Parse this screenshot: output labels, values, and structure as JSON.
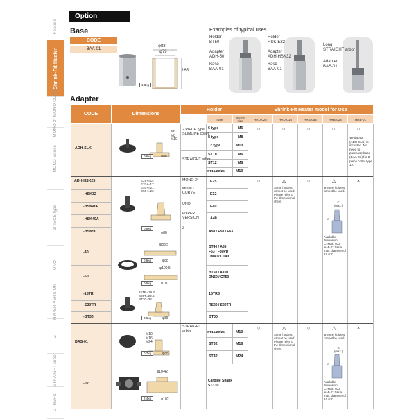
{
  "sidebar": [
    "Feature",
    "Shrink-Fit Heater",
    "MONO 3° MONO CURVE",
    "MONO Series",
    "2PIECE type",
    "UNO",
    "HYPER VERSION",
    "Z",
    "STRAIGHT arbor",
    "OTHERS"
  ],
  "option_title": "Option",
  "base": {
    "title": "Base",
    "code_header": "CODE",
    "code": "BAA-01",
    "dim_diameter_outer": "φ88",
    "dim_diameter_inner": "φ79",
    "dim_height": "165",
    "weight": "1.8kg"
  },
  "examples": {
    "title": "Examples of typical uses",
    "ex1": {
      "holder_label": "Holder",
      "holder": "BT50",
      "adapter_label": "Adapter",
      "adapter": "ADH-50",
      "base_label": "Base",
      "base": "BAA-01"
    },
    "ex2": {
      "holder_label": "Holder",
      "holder": "HSK-E32",
      "adapter_label": "Adapter",
      "adapter": "ADH-HSK32",
      "base_label": "Base",
      "base": "BAA-01"
    },
    "ex3": {
      "arbor_label": "Long",
      "arbor": "STRAIGHT arbor",
      "adapter_label": "Adapter",
      "adapter": "BAS-01"
    }
  },
  "adapter_title": "Adapter",
  "table": {
    "headers": {
      "code": "CODE",
      "dimensions": "Dimensions",
      "holder": "Holder",
      "heater": "Shrink-Fit Heater model for Use"
    },
    "sub_headers": {
      "type": "Type",
      "screw_size": "Screw size"
    },
    "models": [
      "HRD-025",
      "HRD-015",
      "HRB-055",
      "HRB-025",
      "HRB-01"
    ],
    "slk": {
      "code": "ADH-SLK",
      "dims": {
        "m": "M6\nM8\nM10",
        "dia": "φ88",
        "weight": "0.6kg"
      },
      "holder_groups": [
        "2 PIECE type\nSLIMLINE collet",
        "STRAIGHT arbor"
      ],
      "rows": [
        {
          "type": "6 type",
          "screw": "M6"
        },
        {
          "type": "8 type",
          "screw": "M8"
        },
        {
          "type": "12 type",
          "screw": "M10"
        },
        {
          "type": "ST10",
          "screw": "M6"
        },
        {
          "type": "ST12",
          "screw": "M8"
        },
        {
          "type": "ST16/20/25",
          "screw": "M10"
        }
      ],
      "marks": [
        "○",
        "○",
        "○",
        "○",
        "○"
      ],
      "note": "※Adaptor (ADH-SLK) is included. No need to purchase base (BAA-01) for 2-piece collet type 12."
    },
    "hsk": {
      "codes": [
        "ADH-HSK25",
        "-HSK32",
        "-HSK40E",
        "-HSK40A",
        "-HSK50"
      ],
      "dims": {
        "values": "E25+=14\nE32+=17\nE40+=21\nE50+=26",
        "dia": "φ88",
        "weight": "0.6kg"
      },
      "holder_groups": [
        "MONO 3°",
        "MONO CURVE",
        "UNO",
        "HYPER VERSION",
        "Z"
      ],
      "types": [
        "E25",
        "E32",
        "E40",
        "A40",
        "A50 / E50 / F63"
      ],
      "marks": [
        "○",
        "△",
        "○",
        "△",
        "×"
      ],
      "note_hrd015": "Some holders cannot be used. Please refer to the dimensional sheet.",
      "note_hrb025": "※Some holders cannot be used.",
      "c_max": "C\n(max.)",
      "m_label": "M",
      "note_avail": "Available dimension C=Max. φ32\n※M=22 has a max. diameter of 24 at C."
    },
    "uno": {
      "codes": [
        "-40",
        "-50"
      ],
      "dims40": {
        "dia_top": "φ83.5",
        "weight": "0.6kg",
        "dia": "φ88"
      },
      "dims50": {
        "dia_top": "φ100.5",
        "weight": "0.5kg",
        "dia": "φ107"
      },
      "types": [
        "BT40 / A63\nF63 / F80PD\nDN40 / CT40",
        "BT50 / A100\nDN50 / CT50"
      ]
    },
    "tr": {
      "codes": [
        "-15TR",
        "-S20TR",
        "-BT30"
      ],
      "dims": {
        "values": "15TR=19.3\nS20T=22.5\nBT30=32",
        "weight": "0.6kg",
        "dia": "φ88"
      },
      "types": [
        "15TR3",
        "RS20 / S20TR",
        "BT30"
      ]
    },
    "bas": {
      "code": "BAS-01",
      "dims": {
        "m": "M10\nM16\nM24",
        "weight": "0.7kg",
        "dia": "φ88"
      },
      "holder_group": "STRAIGHT arbor",
      "rows": [
        {
          "type": "ST16/20/25",
          "screw": "M10"
        },
        {
          "type": "ST32",
          "screw": "M16"
        },
        {
          "type": "ST42",
          "screw": "M24"
        }
      ],
      "marks": [
        "○",
        "△",
        "○",
        "△",
        "×"
      ],
      "note_hrd015": "Some holders cannot be used. Please refer to the dimensional sheet.",
      "note_hrb025": "※Some holders cannot be used.",
      "c_max": "C\n(max.)",
      "m_label": "M",
      "note_avail": "Available dimension C=Max. φ32\n※M=22 has a max. diameter of 24 at C."
    },
    "o2": {
      "code": "-02",
      "dims": {
        "range": "φ10-42",
        "weight": "2.4kg",
        "dia": "φ102"
      },
      "type": "Carbide Shank\nST○○C"
    }
  },
  "colors": {
    "accent": "#e1893e",
    "light": "#f5d3b2",
    "code_bg": "#fbe9d8"
  }
}
